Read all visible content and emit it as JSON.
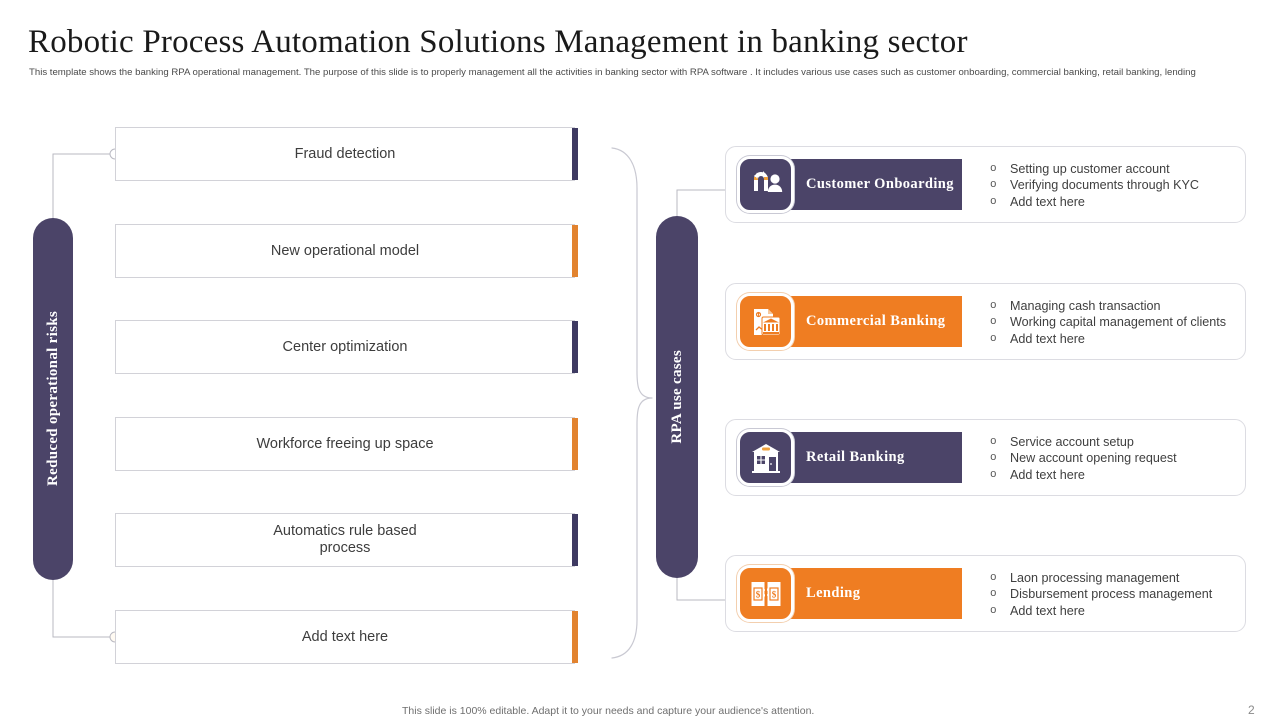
{
  "header": {
    "title": "Robotic Process Automation Solutions Management in banking sector",
    "subtitle": "This template shows the banking RPA operational management. The purpose of this slide is to properly management all the activities in banking sector with RPA software . It includes various use cases such as customer onboarding, commercial banking, retail banking, lending"
  },
  "left_panel": {
    "pill_label": "Reduced operational risks",
    "boxes": [
      {
        "label": "Fraud detection",
        "accent": "#3e3a62"
      },
      {
        "label": "New operational model",
        "accent": "#e2832f"
      },
      {
        "label": "Center optimization",
        "accent": "#3e3a62"
      },
      {
        "label": "Workforce freeing up space",
        "accent": "#e2832f"
      },
      {
        "label": "Automatics rule based\nprocess",
        "accent": "#3e3a62"
      },
      {
        "label": "Add text here",
        "accent": "#e2832f"
      }
    ]
  },
  "right_panel": {
    "pill_label": "RPA use cases",
    "cards": [
      {
        "title": "Customer Onboarding",
        "icon": "magnet-person-icon",
        "color": "#4b4468",
        "theme": "purple",
        "bullets": [
          "Setting up customer account",
          "Verifying documents through KYC",
          "Add text here"
        ]
      },
      {
        "title": "Commercial Banking",
        "icon": "document-bank-icon",
        "color": "#ef7d22",
        "theme": "orange",
        "bullets": [
          "Managing cash transaction",
          "Working capital management of clients",
          "Add text here"
        ]
      },
      {
        "title": "Retail Banking",
        "icon": "storefront-icon",
        "color": "#4b4468",
        "theme": "purple",
        "bullets": [
          "Service account setup",
          "New account opening request",
          "Add text here"
        ]
      },
      {
        "title": "Lending",
        "icon": "money-exchange-icon",
        "color": "#ef7d22",
        "theme": "orange",
        "bullets": [
          "Laon processing management",
          "Disbursement process management",
          "Add text here"
        ]
      }
    ]
  },
  "footer": {
    "note": "This slide is 100% editable. Adapt it to your needs and capture your audience's attention.",
    "page_number": "2"
  },
  "colors": {
    "purple": "#4b4468",
    "purple_dark": "#3e3a62",
    "orange": "#ef7d22",
    "orange_accent": "#e2832f",
    "border": "#d2d2d8"
  }
}
